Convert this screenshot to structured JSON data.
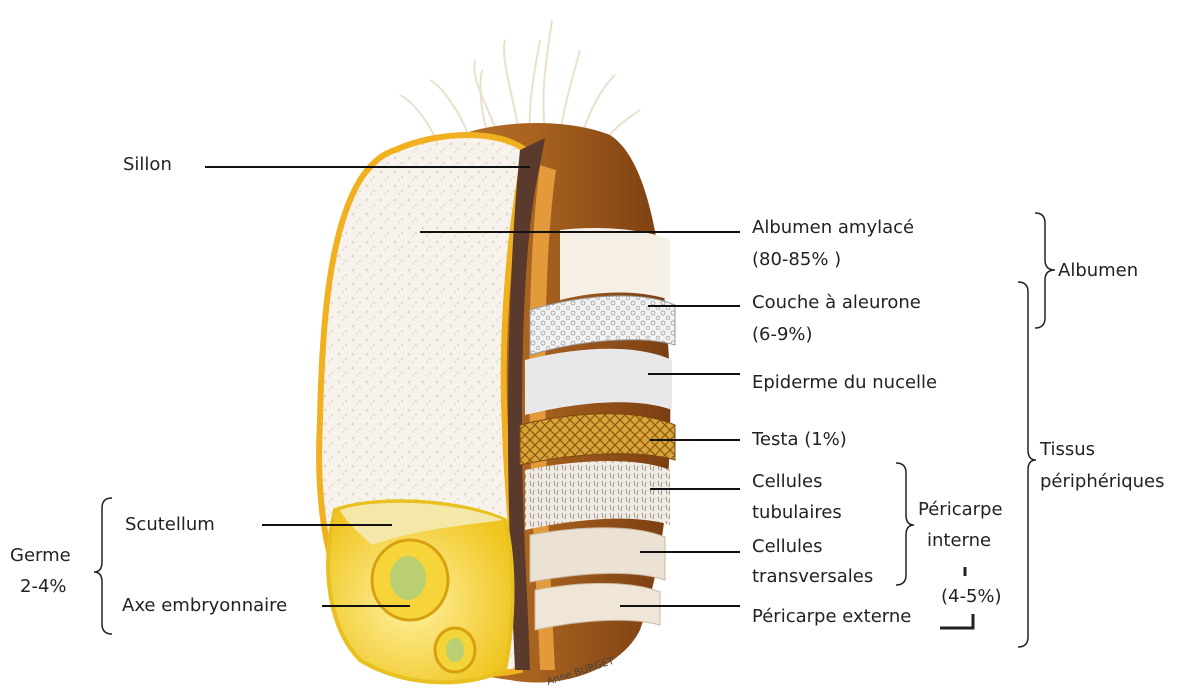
{
  "labels": {
    "sillon": "Sillon",
    "albumen_amylace_1": "Albumen amylacé",
    "albumen_amylace_2": "(80-85% )",
    "couche_aleurone_1": "Couche à aleurone",
    "couche_aleurone_2": "(6-9%)",
    "epiderme_nucelle": "Epiderme du nucelle",
    "testa": "Testa (1%)",
    "cellules_tubulaires_1": "Cellules",
    "cellules_tubulaires_2": "tubulaires",
    "cellules_transversales_1": "Cellules",
    "cellules_transversales_2": "transversales",
    "pericarpe_externe": "Péricarpe externe",
    "pericarpe_interne_1": "Péricarpe",
    "pericarpe_interne_2": "interne",
    "pericarpe_pct": "(4-5%)",
    "albumen": "Albumen",
    "tissus_1": "Tissus",
    "tissus_2": "périphériques",
    "scutellum": "Scutellum",
    "axe_embryonnaire": "Axe embryonnaire",
    "germe_1": "Germe",
    "germe_2": "2-4%",
    "signature": "Anne BURGET"
  },
  "colors": {
    "bran_brown": "#a8621f",
    "bran_dark": "#7a3e12",
    "endosperm": "#f6f2ea",
    "germ_yellow": "#f3d23a",
    "testa_gold": "#d9a43a",
    "crease": "#5a3a2c"
  }
}
